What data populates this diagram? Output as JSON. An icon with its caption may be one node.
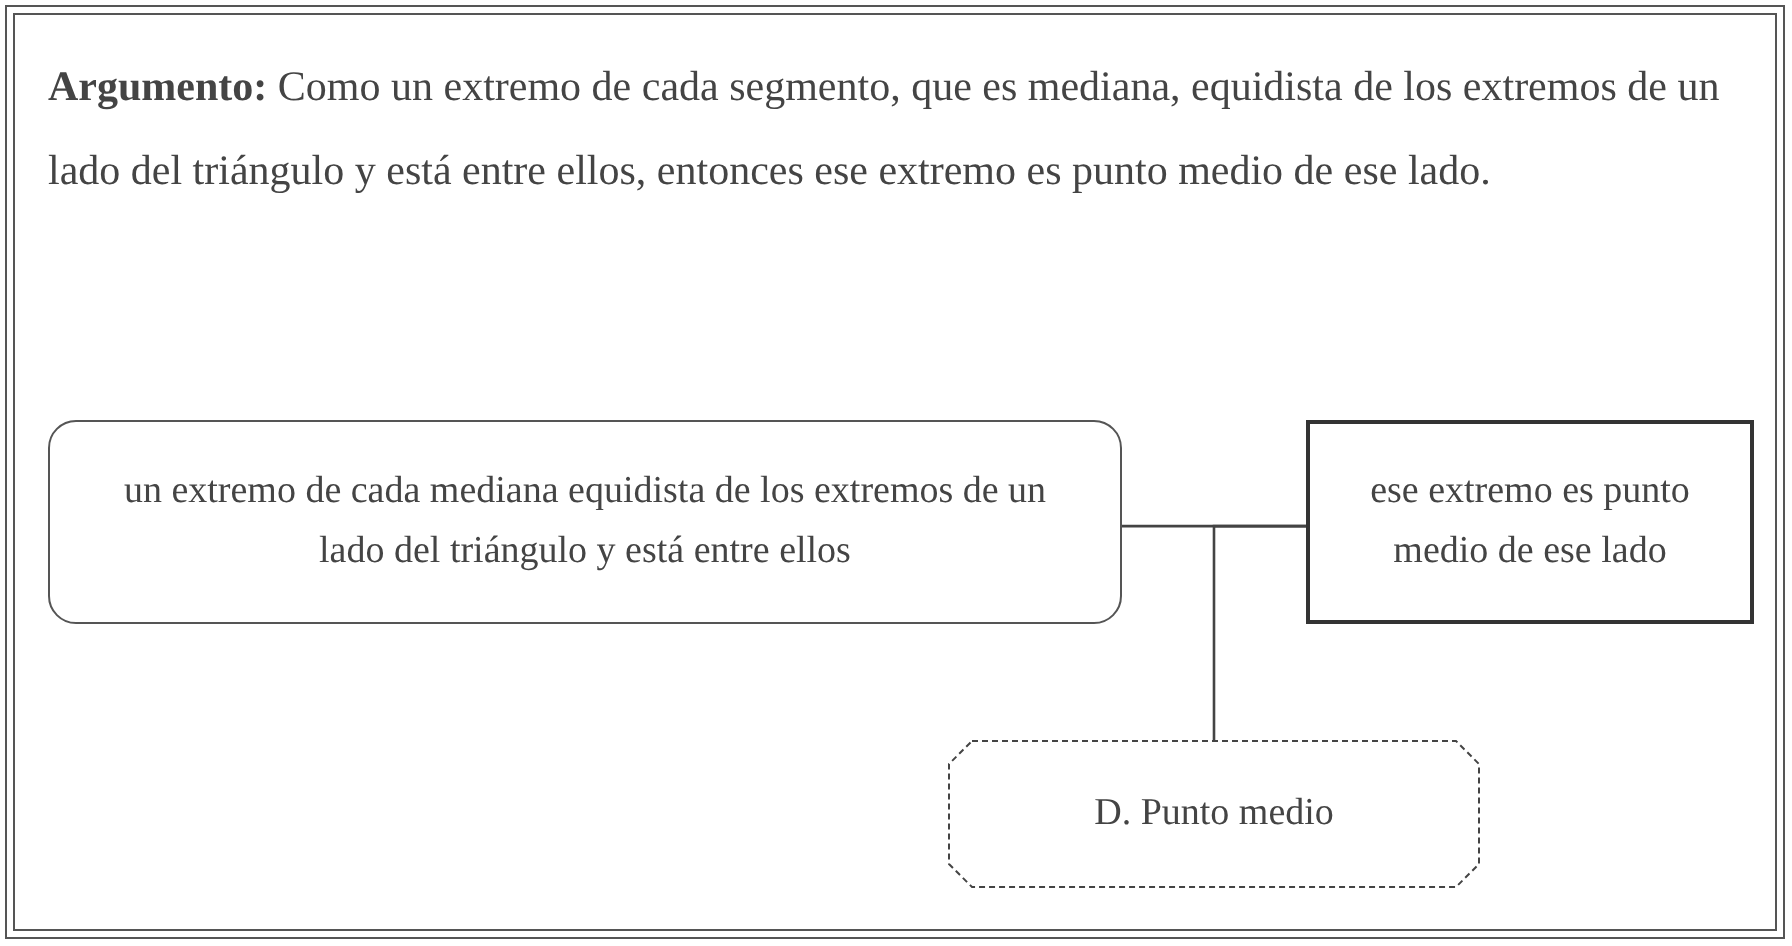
{
  "diagram": {
    "nodes": [
      {
        "text": [
          "un extremo de cada mediana equidista de los extremos de un lado del triángulo y está entre ellos"
        ]
      },
      {
        "text": [
          "ese extremo es punto medio de ese lado"
        ]
      },
      {
        "text": [
          "D. Punto medio"
        ]
      }
    ],
    "edges": [
      {
        "from": 0,
        "to": 1,
        "arrow": "none"
      },
      {
        "from": 2,
        "to": 1,
        "arrow": "none"
      }
    ],
    "labels": [
      "**Argumento:** Como un extremo de cada segmento, que es mediana, equidista de los extremos de un lado del triángulo y está entre ellos, entonces ese extremo es punto medio de ese lado."
    ]
  }
}
